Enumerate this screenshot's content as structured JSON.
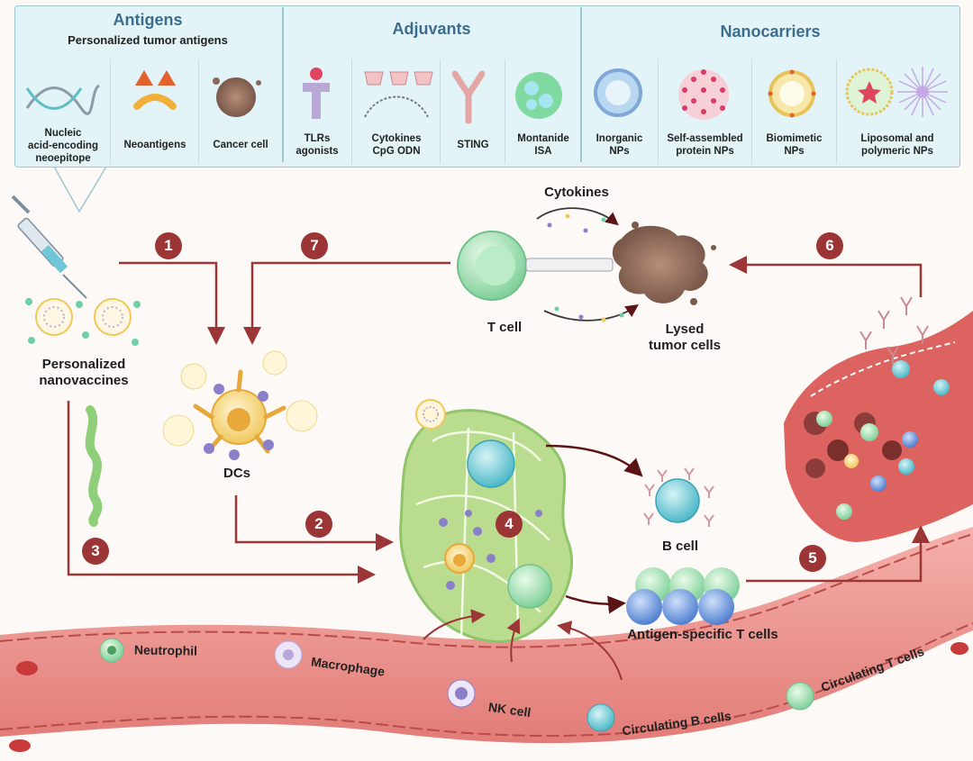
{
  "panel": {
    "antigens": {
      "title": "Antigens",
      "subtitle": "Personalized tumor antigens",
      "items": [
        "Nucleic\nacid-encoding\nneoepitope",
        "Neoantigens",
        "Cancer cell"
      ]
    },
    "adjuvants": {
      "title": "Adjuvants",
      "items": [
        "TLRs\nagonists",
        "Cytokines\nCpG ODN",
        "STING",
        "Montanide\nISA"
      ]
    },
    "nanocarriers": {
      "title": "Nanocarriers",
      "items": [
        "Inorganic\nNPs",
        "Self-assembled\nprotein NPs",
        "Biomimetic\nNPs",
        "Liposomal and\npolymeric NPs"
      ]
    }
  },
  "labels": {
    "nanovaccines": "Personalized\nnanovaccines",
    "dcs": "DCs",
    "cytokines": "Cytokines",
    "t_cell": "T cell",
    "lysed": "Lysed\ntumor cells",
    "b_cell": "B cell",
    "antigen_t": "Antigen-specific T cells"
  },
  "steps": [
    "1",
    "2",
    "3",
    "4",
    "5",
    "6",
    "7"
  ],
  "vessel": {
    "neutrophil": "Neutrophil",
    "macrophage": "Macrophage",
    "nk_cell": "NK cell",
    "circ_b": "Circulating B cells",
    "circ_t": "Circulating T cells"
  },
  "colors": {
    "arrow": "#9b3536",
    "panel_bg": "#e2f4f7",
    "header": "#3c6c8f",
    "vessel": "#e07a78",
    "lymph_node": "#a7cf7a"
  }
}
